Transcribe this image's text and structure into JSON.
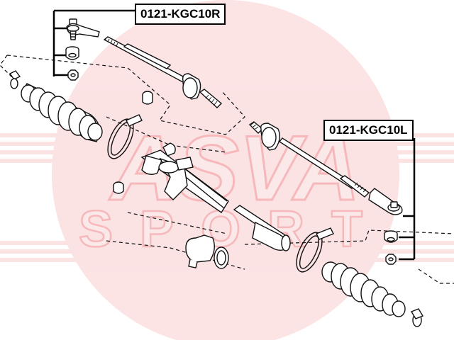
{
  "diagram": {
    "labels": {
      "right": "0121-KGC10R",
      "left": "0121-KGC10L"
    },
    "watermark": {
      "line1": "ASVA",
      "line2": "SPORT",
      "color": "#e8262d"
    },
    "colors": {
      "line": "#111111",
      "fill": "#ffffff"
    }
  }
}
